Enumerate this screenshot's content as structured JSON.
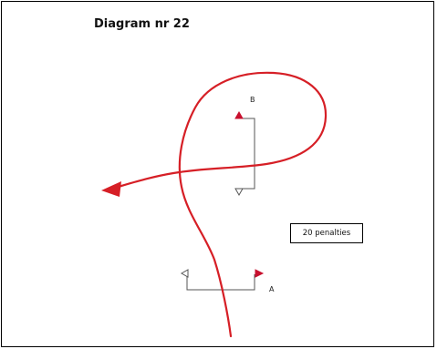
{
  "diagram": {
    "title": "Diagram nr 22",
    "penalty_note": "20 penalties",
    "gates": [
      {
        "label": "B"
      },
      {
        "label": "A"
      }
    ],
    "colors": {
      "course_line": "#d61f26",
      "flag_red": "#c8102e",
      "flag_white": "#ffffff",
      "gate_line": "#555555",
      "frame": "#000000"
    }
  }
}
